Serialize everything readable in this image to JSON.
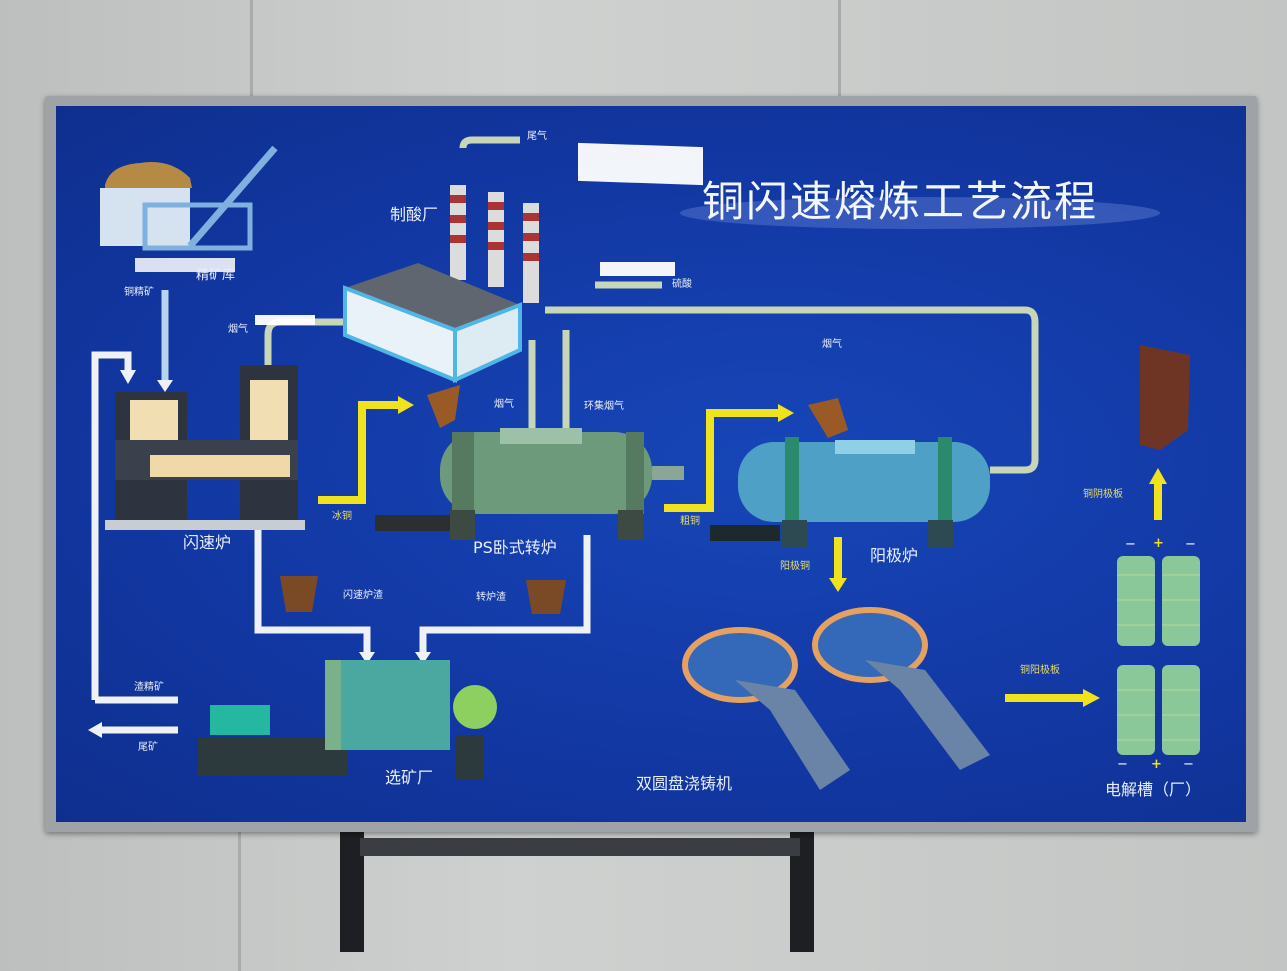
{
  "title": "铜闪速熔炼工艺流程",
  "units": {
    "concentrate_store": "精矿库",
    "acid_plant": "制酸厂",
    "flash_furnace": "闪速炉",
    "ps_converter": "PS卧式转炉",
    "anode_furnace": "阳极炉",
    "concentrator": "选矿厂",
    "casting_machine": "双圆盘浇铸机",
    "electrolysis": "电解槽（厂）"
  },
  "flows": {
    "tail_gas": "尾气",
    "sulfuric_acid": "硫酸",
    "copper_concentrate": "铜精矿",
    "flue_gas_1": "烟气",
    "flue_gas_2": "烟气",
    "flue_gas_3": "烟气",
    "collected_flue_gas": "环集烟气",
    "matte": "冰铜",
    "blister_copper": "粗铜",
    "anode_copper": "阳极铜",
    "cathode_plate": "铜阴极板",
    "flash_slag": "闪速炉渣",
    "converter_slag": "转炉渣",
    "slag_concentrate": "渣精矿",
    "tailings": "尾矿",
    "anode_plate": "铜阳极板"
  },
  "polarity": {
    "minus": "−",
    "plus": "+"
  },
  "colors": {
    "panel": "#1237a2",
    "pipe": "#c8d6b8",
    "arrow_yellow": "#f0e21c",
    "white_arrow": "#eef2f6"
  }
}
